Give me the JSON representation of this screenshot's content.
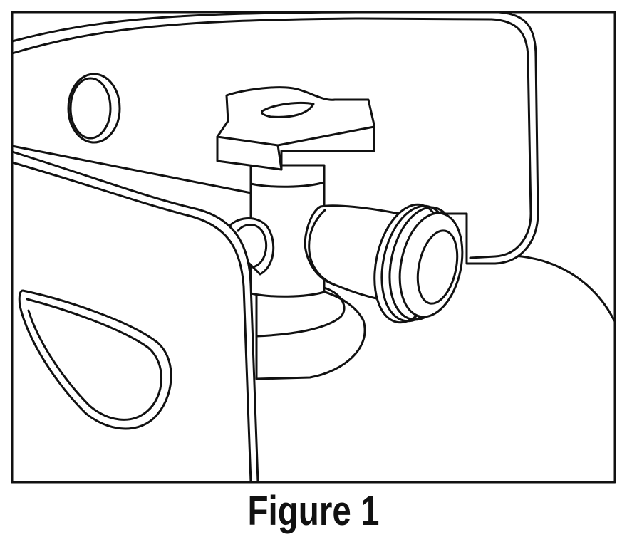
{
  "figure": {
    "caption": "Figure 1",
    "line_color": "#111111",
    "background_color": "#ffffff"
  },
  "parts": {
    "frame_border": "border",
    "cylinder_body": "cylinder",
    "collar_guard": "collar",
    "collar_hole": "hole",
    "handle_cutout": "cutout",
    "valve_handwheel": "handwheel",
    "valve_stem": "stem",
    "valve_base": "base",
    "outlet_connection": "outlet",
    "outlet_threads": "threads"
  }
}
